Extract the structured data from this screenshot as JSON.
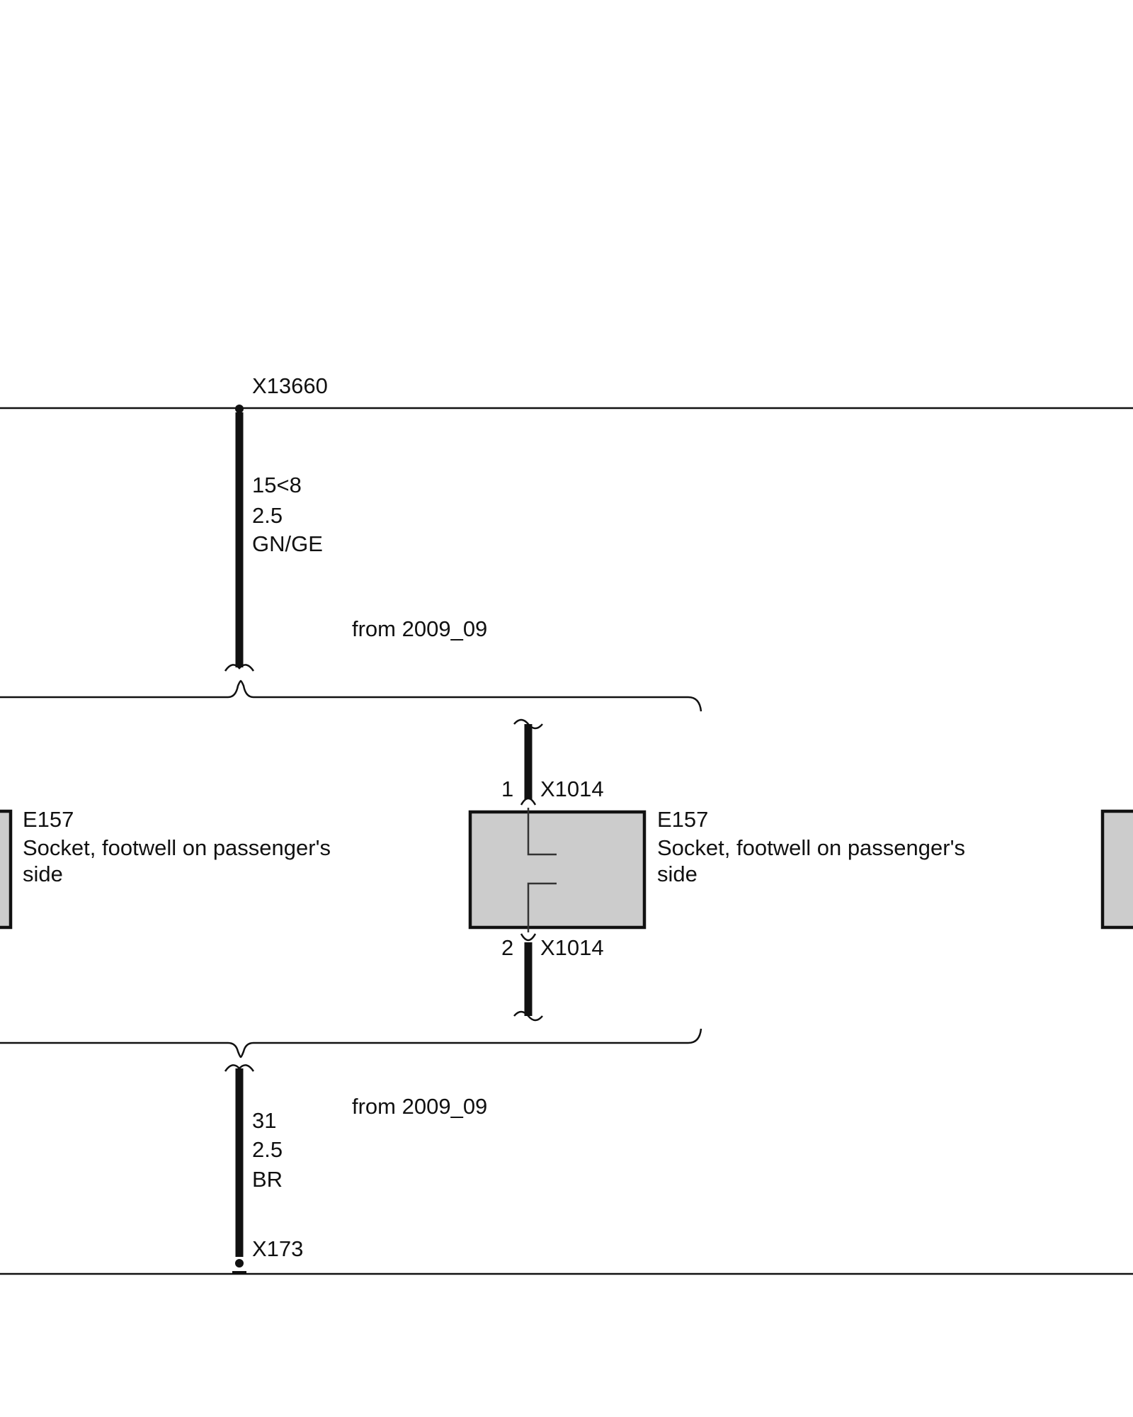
{
  "diagram": {
    "top_node": "X13660",
    "top_wire": {
      "terminal": "15<8",
      "cross_section": "2.5",
      "color_code": "GN/GE"
    },
    "top_variant": "from 2009_09",
    "bottom_variant": "from 2009_09",
    "bottom_wire": {
      "terminal": "31",
      "cross_section": "2.5",
      "color_code": "BR"
    },
    "bottom_node": "X173",
    "left_component": {
      "id": "E157",
      "desc_line1": "Socket, footwell on passenger's",
      "desc_line2": "side"
    },
    "center_component": {
      "id": "E157",
      "desc_line1": "Socket, footwell on passenger's",
      "desc_line2": "side",
      "pin_top": "1",
      "connector_top": "X1014",
      "pin_bottom": "2",
      "connector_bottom": "X1014"
    },
    "colors": {
      "line": "#111111",
      "component_fill": "#cccccc",
      "background": "#ffffff"
    }
  }
}
